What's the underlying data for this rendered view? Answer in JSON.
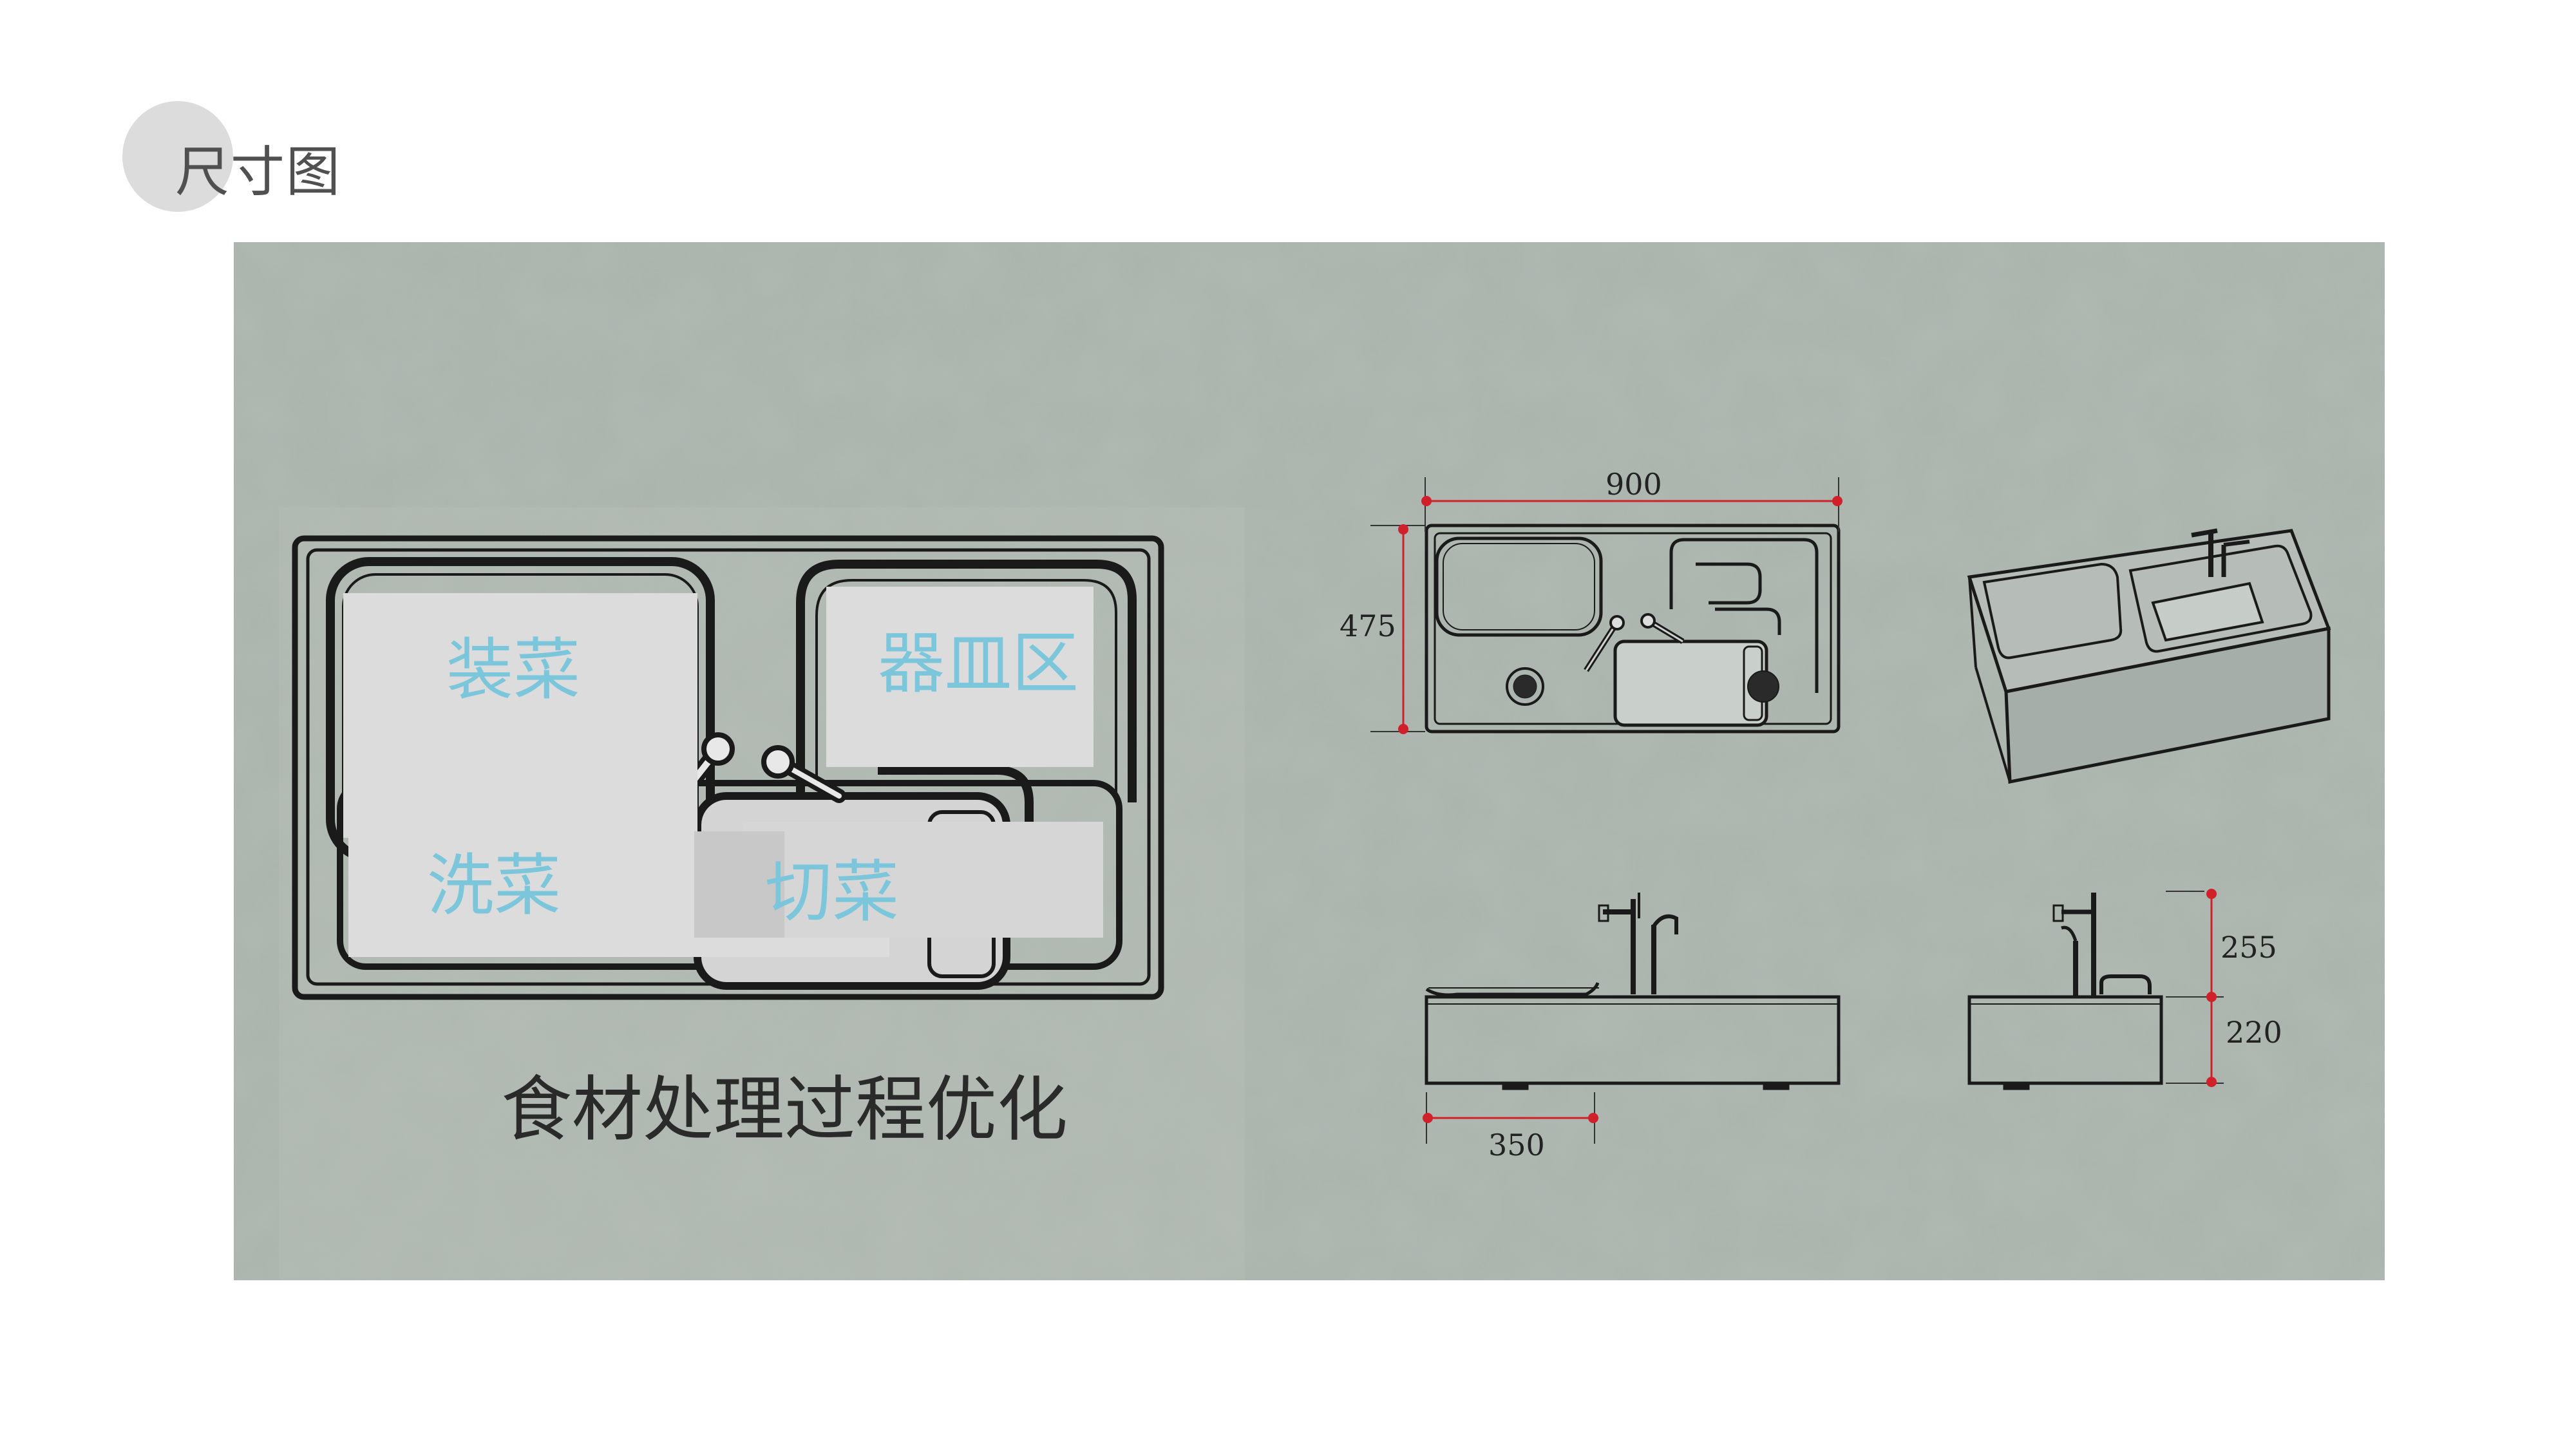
{
  "header": {
    "title": "尺寸图"
  },
  "plan_labels": {
    "zone_1": "装菜",
    "zone_2": "器皿区",
    "zone_3": "洗菜",
    "zone_4": "切菜",
    "caption": "食材处理过程优化"
  },
  "dimensions": {
    "width": "900",
    "depth": "475",
    "offset": "350",
    "faucet_height": "255",
    "body_height": "220"
  },
  "colors": {
    "panel": "#a9b3ab",
    "zone_text": "#7cc6dc",
    "dimension_marker": "#d0202a"
  }
}
